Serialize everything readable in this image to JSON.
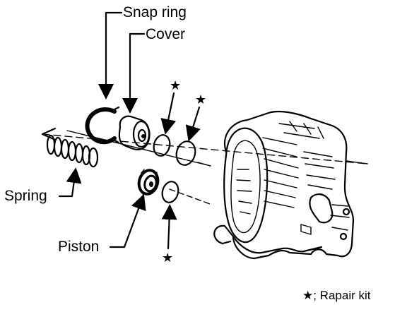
{
  "labels": {
    "snap_ring": "Snap ring",
    "cover": "Cover",
    "spring": "Spring",
    "piston": "Piston"
  },
  "legend": {
    "text": "★; Rapair kit"
  },
  "star_glyph": "★",
  "ink_color": "#000000"
}
